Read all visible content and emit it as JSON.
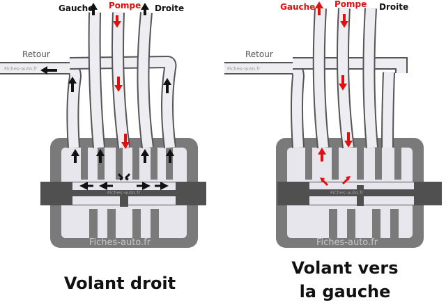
{
  "left_panel": {
    "label_left": "Gauche",
    "label_pump": "Pompe",
    "label_right": "Droite",
    "label_return": "Retour",
    "watermark_pipe": "Fiches-auto.fr",
    "watermark_spool": "Fiches-auto.fr",
    "watermark_body": "Fiches-auto.fr",
    "caption": "Volant droit"
  },
  "right_panel": {
    "label_left": "Gauche",
    "label_pump": "Pompe",
    "label_right": "Droite",
    "label_return": "Retour",
    "watermark_pipe": "Fiches-auto.fr",
    "watermark_spool": "Fiches-auto.fr",
    "watermark_body": "Fiches-auto.fr",
    "caption_line1": "Volant vers",
    "caption_line2": "la gauche"
  },
  "colors": {
    "pressure": "#e01010",
    "return": "#111111",
    "housing": "#7a7a7a",
    "inner": "#e6e6ec",
    "spool": "#505050"
  }
}
